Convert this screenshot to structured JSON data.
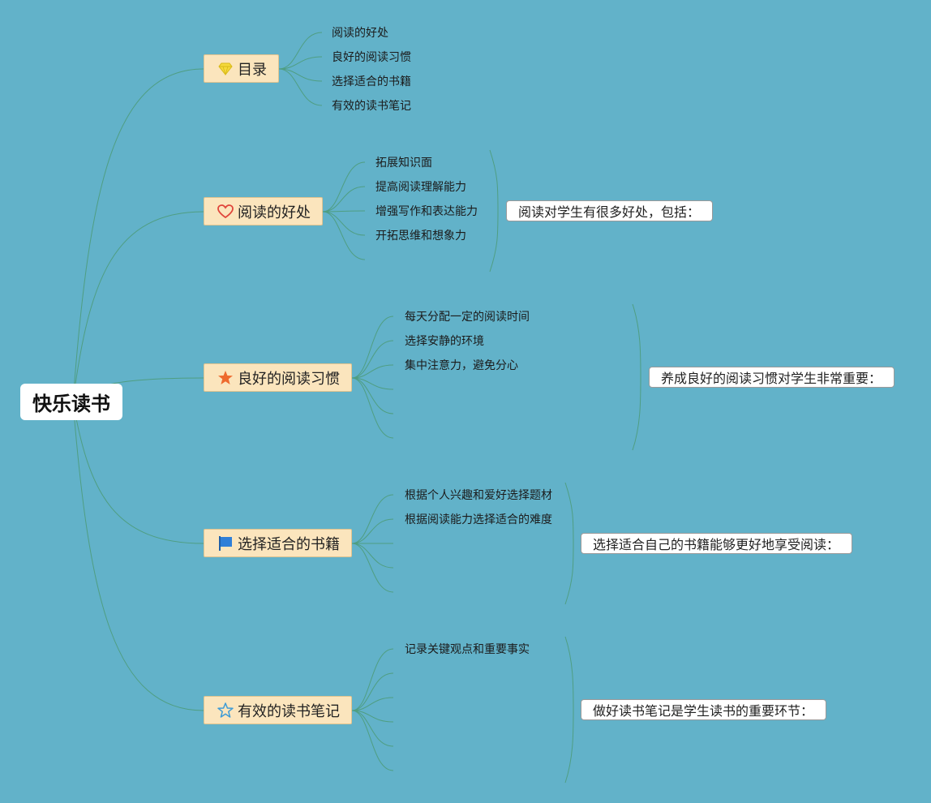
{
  "root": {
    "label": "快乐读书"
  },
  "topics": [
    {
      "label": "目录",
      "icon": "diamond-icon",
      "leaves": [
        "阅读的好处",
        "良好的阅读习惯",
        "选择适合的书籍",
        "有效的读书笔记"
      ]
    },
    {
      "label": "阅读的好处",
      "icon": "heart-icon",
      "leaves": [
        "拓展知识面",
        "提高阅读理解能力",
        "增强写作和表达能力",
        "开拓思维和想象力"
      ],
      "summary": "阅读对学生有很多好处，包括："
    },
    {
      "label": "良好的阅读习惯",
      "icon": "star-icon",
      "leaves": [
        "每天分配一定的阅读时间",
        "选择安静的环境",
        "集中注意力，避免分心"
      ],
      "summary": "养成良好的阅读习惯对学生非常重要："
    },
    {
      "label": "选择适合的书籍",
      "icon": "flag-icon",
      "leaves": [
        "根据个人兴趣和爱好选择题材",
        "根据阅读能力选择适合的难度"
      ],
      "summary": "选择适合自己的书籍能够更好地享受阅读："
    },
    {
      "label": "有效的读书笔记",
      "icon": "star-outline-icon",
      "leaves": [
        "记录关键观点和重要事实"
      ],
      "summary": "做好读书笔记是学生读书的重要环节："
    }
  ],
  "colors": {
    "background": "#62b2c9",
    "topic_fill": "#fbe5bd",
    "connector": "#4f9e82",
    "diamond": "#f5d93b",
    "heart": "#e0453a",
    "star": "#ee6a2e",
    "flag": "#2f7fd8",
    "star_outline": "#3c9bd6"
  }
}
